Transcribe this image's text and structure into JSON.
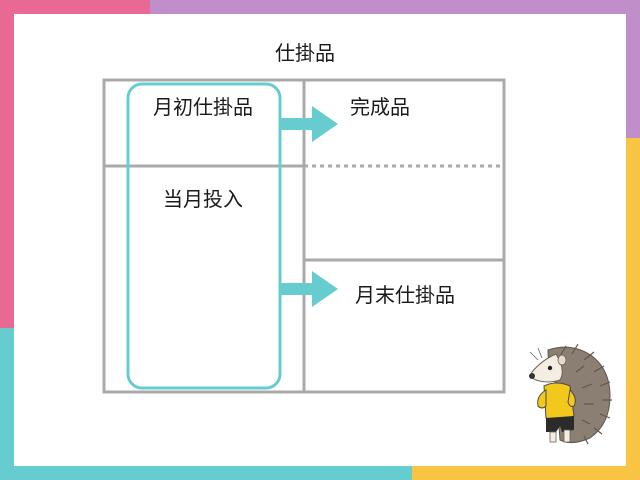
{
  "title": "仕掛品",
  "debit_side": {
    "opening_wip": "月初仕掛品",
    "current_input": "当月投入"
  },
  "credit_side": {
    "finished_goods": "完成品",
    "ending_wip": "月末仕掛品"
  },
  "colors": {
    "frame_pink": "#e86a94",
    "frame_purple": "#c08fcb",
    "frame_teal": "#66ccd0",
    "frame_yellow": "#f7c443",
    "table_line": "#aaaaaa",
    "highlight_box": "#66ccd0",
    "arrow": "#66ccd0"
  },
  "illustration": "hedgehog-mascot"
}
